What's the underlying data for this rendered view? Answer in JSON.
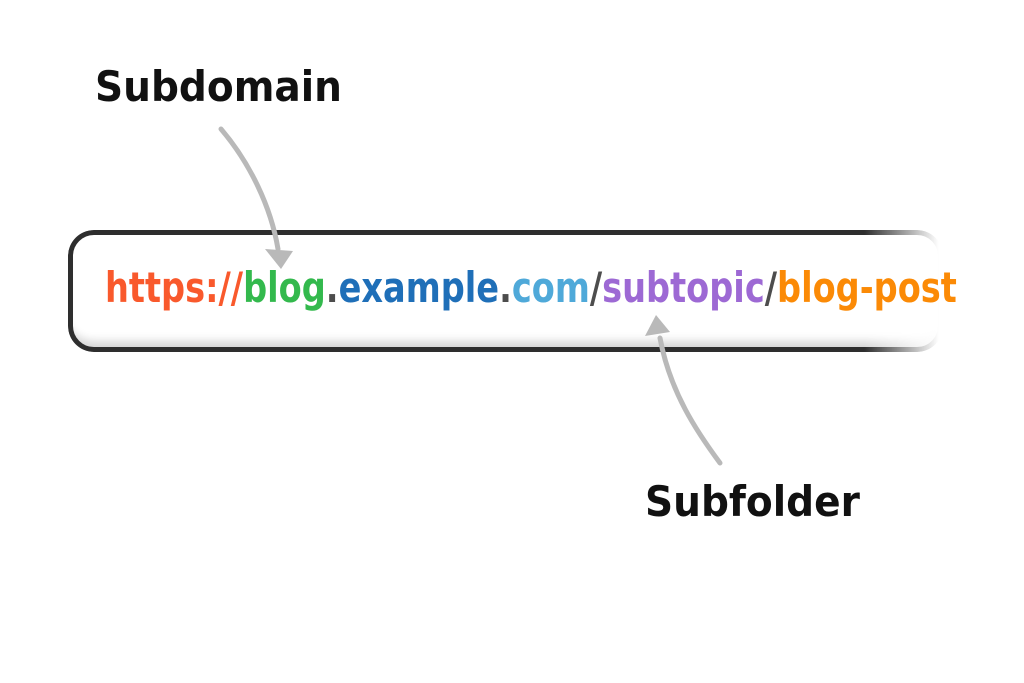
{
  "diagram": {
    "title": "URL structure diagram",
    "background": "#ffffff"
  },
  "labels": {
    "subdomain": "Subdomain",
    "subfolder": "Subfolder",
    "color": "#111111"
  },
  "url_bar": {
    "border_color": "#2e2e2e",
    "background": "#ffffff",
    "full_url": "https://blog.example.com/subtopic/blog-post",
    "segments": [
      {
        "name": "protocol",
        "text": "https://",
        "color": "#f9592c"
      },
      {
        "name": "subdomain",
        "text": "blog",
        "color": "#33b94d"
      },
      {
        "name": "dot-separator-1",
        "text": ".",
        "color": "#4d4d4d"
      },
      {
        "name": "domain",
        "text": "example",
        "color": "#1f6fb8"
      },
      {
        "name": "dot-separator-2",
        "text": ".",
        "color": "#4d4d4d"
      },
      {
        "name": "tld",
        "text": "com",
        "color": "#4fa9d9"
      },
      {
        "name": "slash-separator-1",
        "text": "/",
        "color": "#4d4d4d"
      },
      {
        "name": "subfolder",
        "text": "subtopic",
        "color": "#9d69d4"
      },
      {
        "name": "slash-separator-2",
        "text": "/",
        "color": "#4d4d4d"
      },
      {
        "name": "page-slug",
        "text": "blog-post",
        "color": "#fb8a06"
      }
    ]
  },
  "annotations": {
    "arrow_color": "#b9b9b9"
  }
}
